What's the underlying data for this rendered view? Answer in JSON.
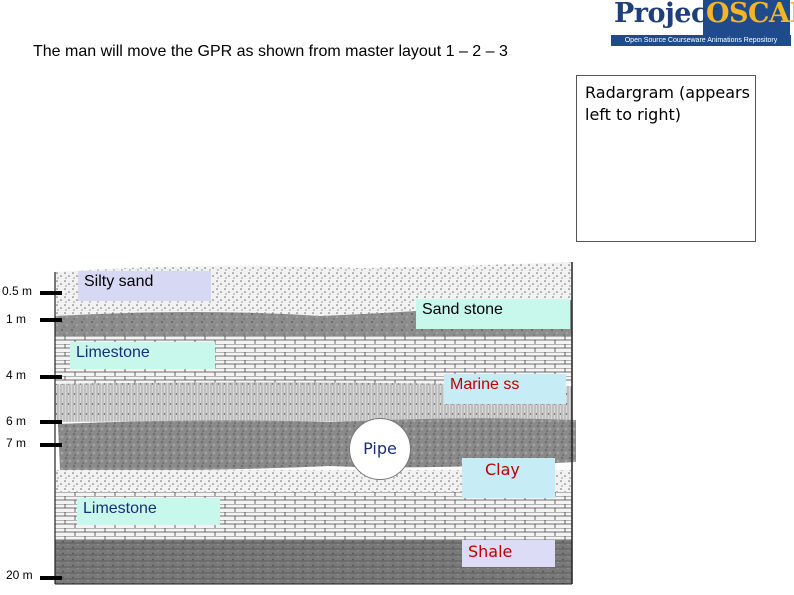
{
  "logo": {
    "word1": "Project",
    "word2": "OSCAR",
    "tagline": "Open Source Courseware Animations Repository"
  },
  "instruction": "The man will move the GPR as shown from  master layout 1 – 2 – 3",
  "radargram": {
    "label": "Radargram (appears left to right)"
  },
  "depths": [
    "0.5 m",
    "1 m",
    "4 m",
    "6 m",
    "7 m",
    "20 m"
  ],
  "layers": {
    "silty_sand": "Silty sand",
    "sand_stone": "Sand stone",
    "limestone_upper": "Limestone",
    "marine_ss": "Marine ss",
    "pipe": "Pipe",
    "clay": "Clay",
    "limestone_lower": "Limestone",
    "shale": "Shale"
  },
  "colors": {
    "logo_blue": "#1f4b8c",
    "logo_yellow": "#f3b524",
    "label_red": "#c00000",
    "label_blue": "#1a2d7a"
  }
}
